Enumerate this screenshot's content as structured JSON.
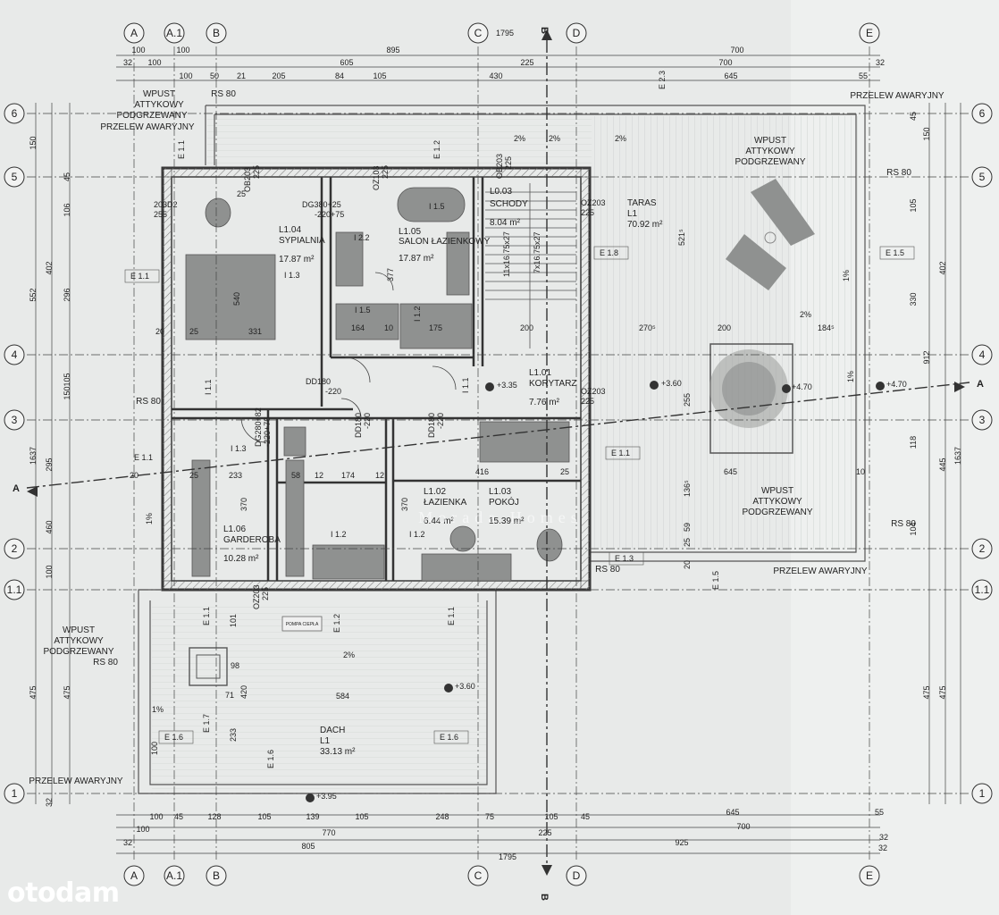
{
  "logo": "otodam",
  "watermark": "Morada Homes",
  "grid_columns": [
    "A",
    "A.1",
    "B",
    "C",
    "D",
    "E"
  ],
  "grid_rows": [
    "6",
    "5",
    "4",
    "3",
    "2",
    "1.1",
    "1"
  ],
  "section_marks": {
    "vertical": "B",
    "horizontal": "A"
  },
  "top_dimensions": {
    "row1": [
      "100",
      "100",
      "1795",
      "700"
    ],
    "row2": [
      "895",
      "605",
      "225",
      "700"
    ],
    "row3": [
      "32",
      "100",
      "100",
      "50",
      "21",
      "205",
      "84",
      "105",
      "430",
      "645",
      "55",
      "32"
    ]
  },
  "bottom_dimensions": {
    "row1": [
      "100",
      "45",
      "128",
      "105",
      "139",
      "105",
      "248",
      "75",
      "105",
      "45",
      "645",
      "55"
    ],
    "row2": [
      "100",
      "770",
      "225",
      "700",
      "32"
    ],
    "row3": [
      "32",
      "805",
      "925",
      "32"
    ],
    "row4": [
      "1795"
    ]
  },
  "left_dimensions": [
    "552",
    "1637",
    "402",
    "460",
    "295",
    "296",
    "475",
    "150",
    "150",
    "45",
    "106",
    "105",
    "100",
    "475",
    "32"
  ],
  "right_dimensions": [
    "1637",
    "912",
    "402",
    "445",
    "330",
    "105",
    "150",
    "475",
    "475",
    "45",
    "118",
    "104"
  ],
  "rooms": [
    {
      "id": "L1.04",
      "name": "SYPIALNIA",
      "area": "17.87 m²"
    },
    {
      "id": "L1.05",
      "name": "SALON ŁAZIENKOWY",
      "area": "17.87 m²"
    },
    {
      "id": "L0.03",
      "name": "SCHODY",
      "area": "8.04 m²"
    },
    {
      "id": "",
      "name": "TARAS",
      "sub": "L1",
      "area": "70.92 m²"
    },
    {
      "id": "L1.01",
      "name": "KORYTARZ",
      "area": "7.76 m²"
    },
    {
      "id": "L1.02",
      "name": "ŁAZIENKA",
      "area": "6.44 m²"
    },
    {
      "id": "L1.03",
      "name": "POKÓJ",
      "area": "15.39 m²"
    },
    {
      "id": "L1.06",
      "name": "GARDEROBA",
      "area": "10.28 m²"
    },
    {
      "id": "",
      "name": "DACH",
      "sub": "L1",
      "area": "33.13 m²"
    }
  ],
  "annotations": {
    "wpust": [
      "WPUST",
      "ATTYKOWY",
      "PODGRZEWANY"
    ],
    "przelew": "PRZELEW AWARYJNY",
    "rs80": "RS 80",
    "pompa": "POMPA CIEPŁA",
    "stairs_a": "11x16.75x27",
    "stairs_b": "7x16.75x27",
    "doors": [
      "DG380+25",
      "-220+75",
      "DD180",
      "-220",
      "DG280+82",
      "-220+76",
      "DD180",
      "-220",
      "DD180",
      "-220"
    ],
    "windows": [
      "OB203",
      "225",
      "OZ103",
      "225",
      "OB203",
      "225",
      "OZ203",
      "225",
      "OZ203",
      "225",
      "OZ203",
      "225",
      "203D2",
      "255"
    ],
    "elevations": [
      "+3.35",
      "+3.60",
      "+4.70",
      "+4.70",
      "+3.60",
      "+3.95"
    ],
    "slopes": [
      "2%",
      "2%",
      "1%",
      "1%",
      "1%",
      "2%",
      "2%",
      "1%",
      "2%"
    ],
    "e_labels": [
      "E 1.1",
      "E 1.2",
      "E 1.3",
      "E 1.5",
      "E 1.6",
      "E 1.7",
      "E 1.8",
      "E 2.3",
      "I 1.1",
      "I 1.2",
      "I 1.3",
      "I 1.5",
      "I 2.2"
    ],
    "room_dims": [
      "540",
      "331",
      "25",
      "20",
      "25",
      "164",
      "10",
      "175",
      "377",
      "200",
      "200",
      "270⁵",
      "184⁵",
      "521⁵",
      "255",
      "645",
      "416",
      "233",
      "58",
      "12",
      "174",
      "12",
      "370",
      "370",
      "420",
      "584",
      "233",
      "101",
      "71",
      "98",
      "136⁵",
      "59",
      "25",
      "10",
      "25",
      "20",
      "20",
      "100",
      "25"
    ]
  }
}
